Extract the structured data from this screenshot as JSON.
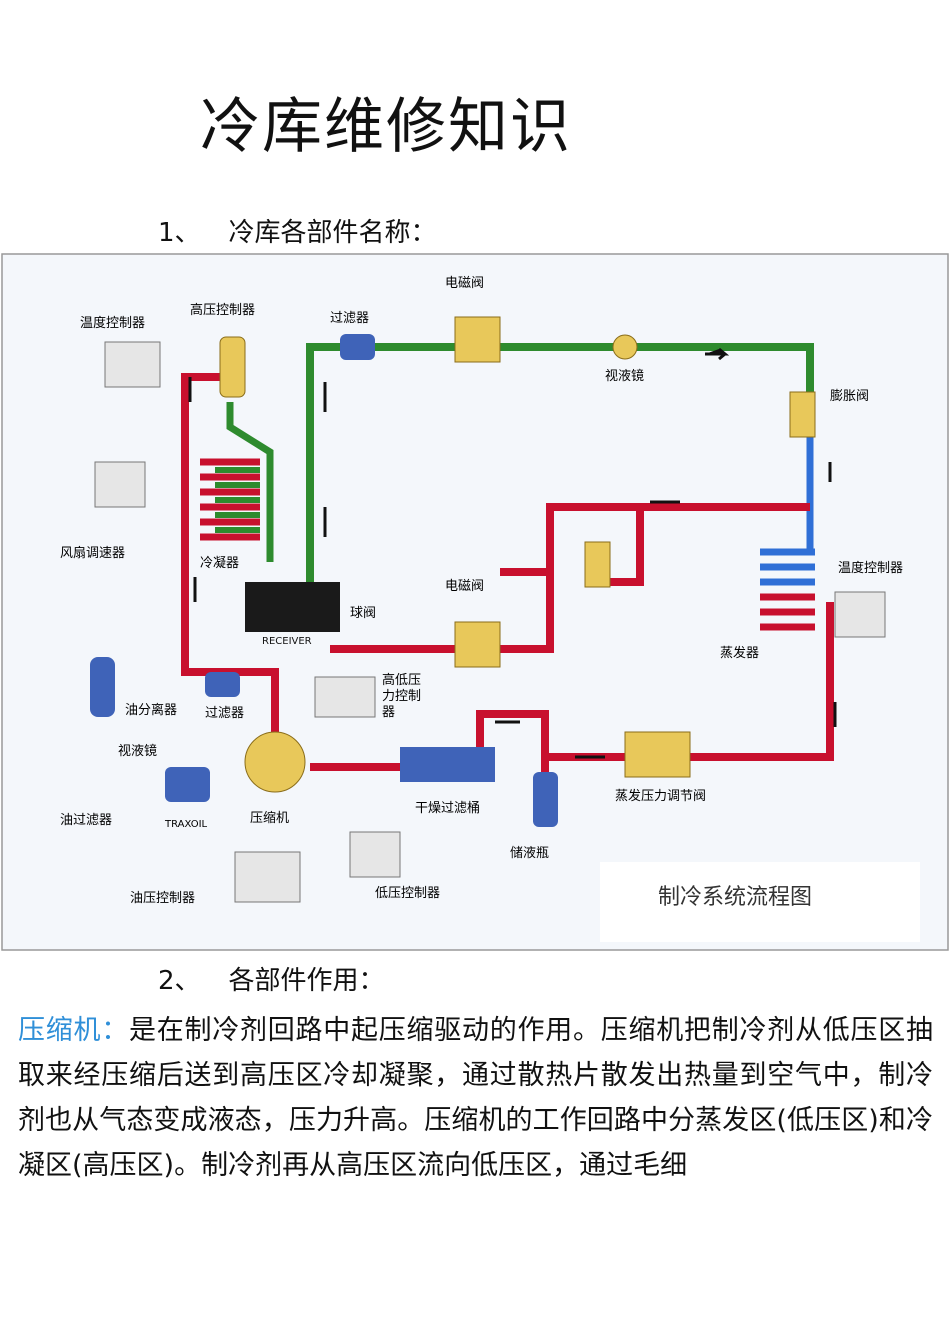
{
  "title": "冷库维修知识",
  "section1": {
    "num": "1、",
    "text": "冷库各部件名称："
  },
  "section2": {
    "num": "2、",
    "text": "各部件作用："
  },
  "diagram": {
    "caption": "制冷系统流程图",
    "labels": {
      "temp_controller_left": "温度控制器",
      "high_pressure_controller": "高压控制器",
      "filter_top": "过滤器",
      "solenoid_top": "电磁阀",
      "sight_glass_top": "视液镜",
      "expansion_valve": "膨胀阀",
      "fan_speed": "风扇调速器",
      "condenser": "冷凝器",
      "receiver": "RECEIVER",
      "ball_valve": "球阀",
      "solenoid_mid": "电磁阀",
      "temp_controller_right": "温度控制器",
      "evaporator": "蒸发器",
      "oil_separator": "油分离器",
      "filter_mid": "过滤器",
      "hl_pressure_1": "高低压",
      "hl_pressure_2": "力控制",
      "hl_pressure_3": "器",
      "sight_glass_left": "视液镜",
      "oil_filter": "油过滤器",
      "traxoil": "TRAXOIL",
      "compressor": "压缩机",
      "dry_filter": "干燥过滤桶",
      "evap_pressure_valve": "蒸发压力调节阀",
      "liquid_receiver": "储液瓶",
      "oil_pressure_controller": "油压控制器",
      "low_pressure_controller": "低压控制器"
    }
  },
  "paragraph": {
    "term": "压缩机：",
    "body": "是在制冷剂回路中起压缩驱动的作用。压缩机把制冷剂从低压区抽取来经压缩后送到高压区冷却凝聚，通过散热片散发出热量到空气中，制冷剂也从气态变成液态，压力升高。压缩机的工作回路中分蒸发区(低压区)和冷凝区(高压区)。制冷剂再从高压区流向低压区，通过毛细"
  },
  "colors": {
    "red_pipe": "#c8102e",
    "green_pipe": "#2e8b2e",
    "blue_pipe": "#2f6fd6",
    "term": "#2f8fd8"
  }
}
